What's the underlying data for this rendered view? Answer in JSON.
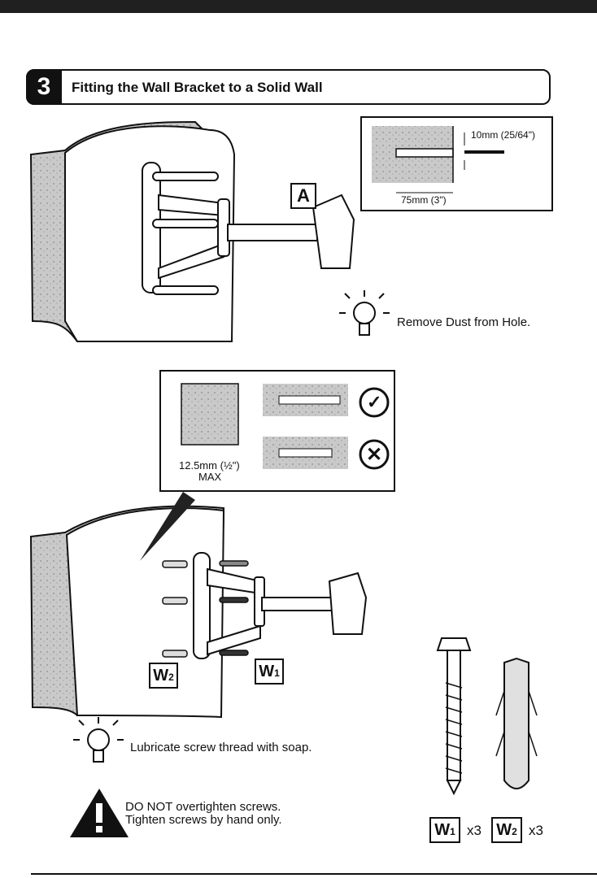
{
  "step": {
    "number": "3",
    "title": "Fitting the Wall Bracket to a Solid Wall"
  },
  "callout_a": {
    "label": "A"
  },
  "drill_inset": {
    "diameter": "10mm (25/64\")",
    "depth": "75mm (3\")"
  },
  "tip_dust": {
    "text": "Remove Dust from Hole."
  },
  "anchor_inset": {
    "max_label_line1": "12.5mm (½\")",
    "max_label_line2": "MAX"
  },
  "tags": {
    "w1_letter": "W",
    "w1_index": "1",
    "w2_letter": "W",
    "w2_index": "2"
  },
  "tip_soap": {
    "text": "Lubricate screw thread with soap."
  },
  "warning": {
    "line1": "DO NOT overtighten screws.",
    "line2": "Tighten screws by hand only."
  },
  "parts": {
    "w1_qty": "x3",
    "w2_qty": "x3"
  },
  "icons": [
    "lightbulb-icon",
    "warning-icon",
    "check-icon",
    "cross-icon"
  ]
}
